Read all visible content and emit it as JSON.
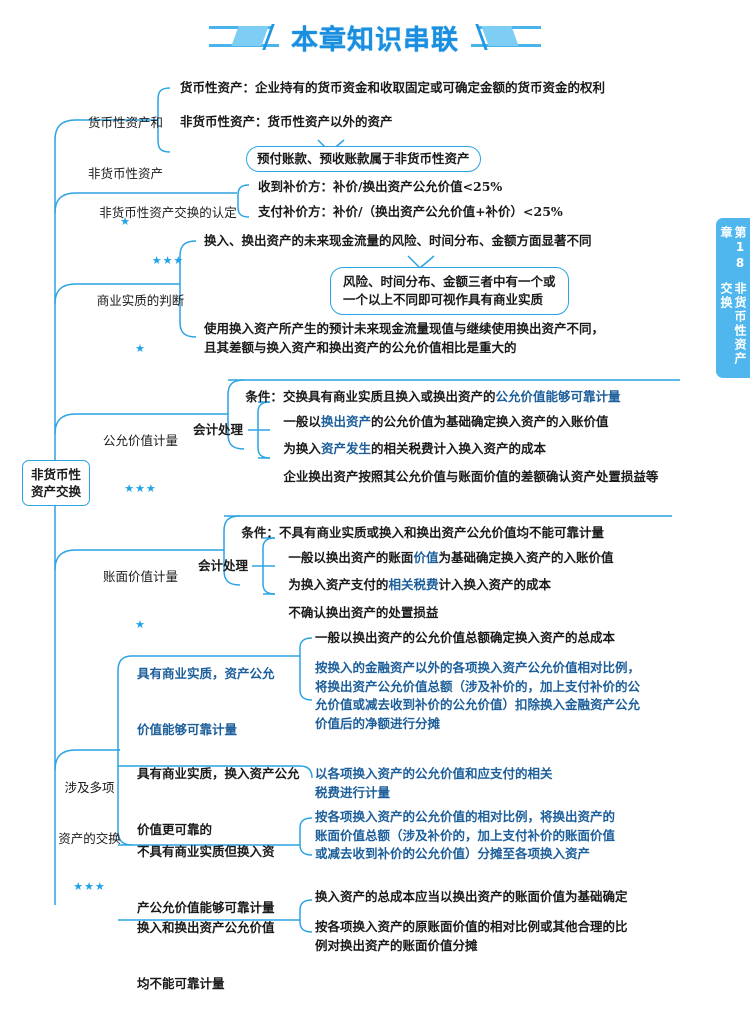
{
  "header": {
    "title": "本章知识串联",
    "left_deco": "ribbon-left",
    "right_deco": "ribbon-right"
  },
  "chapter_tab": {
    "line1": "第18章",
    "line2": "非货币性资产交换"
  },
  "root": {
    "label_line1": "非货币性",
    "label_line2": "资产交换"
  },
  "branches": [
    {
      "id": "monetary-vs-nonmonetary",
      "title_lines": [
        "货币性资产和",
        "非货币性资产"
      ],
      "stars": "★",
      "items": [
        "货币性资产：企业持有的货币资金和收取固定或可确定金额的货币资金的权利",
        "非货币性资产：货币性资产以外的资产"
      ],
      "callout": "预付账款、预收账款属于非货币性资产"
    },
    {
      "id": "recognition",
      "title_lines": [
        "非货币性资产交换的认定"
      ],
      "stars": "★★★",
      "items": [
        "收到补价方：补价/换出资产公允价值<25%",
        "支付补价方：补价/（换出资产公允价值+补价）<25%"
      ]
    },
    {
      "id": "commercial-substance",
      "title_lines": [
        "商业实质的判断"
      ],
      "stars": "★",
      "items": [
        "换入、换出资产的未来现金流量的风险、时间分布、金额方面显著不同",
        "使用换入资产所产生的预计未来现金流量现值与继续使用换出资产不同，\n且其差额与换入资产和换出资产的公允价值相比是重大的"
      ],
      "callout": "风险、时间分布、金额三者中有一个或\n一个以上不同即可视作具有商业实质"
    },
    {
      "id": "fair-value-measurement",
      "title_lines": [
        "公允价值计量"
      ],
      "stars": "★★★",
      "condition_label": "条件：",
      "condition_plain": "交换具有商业实质且换入或换出资产的",
      "condition_accent": "公允价值能够可靠计量",
      "sub_label": "会计处理",
      "items": [
        {
          "plain1": "一般以",
          "accent": "换出资产",
          "plain2": "的公允价值为基础确定换入资产的入账价值"
        },
        {
          "plain1": "为换入",
          "accent": "资产发生",
          "plain2": "的相关税费计入换入资产的成本"
        },
        {
          "plain1": "企业换出资产按照其公允价值与账面价值的差额确认资产处置损益等",
          "accent": "",
          "plain2": ""
        }
      ]
    },
    {
      "id": "book-value-measurement",
      "title_lines": [
        "账面价值计量"
      ],
      "stars": "★",
      "condition_label": "条件：",
      "condition_plain": "不具有商业实质或换入和换出资产公允价值均不能可靠计量",
      "condition_accent": "",
      "sub_label": "会计处理",
      "items": [
        {
          "plain1": "一般以换出资产的账面",
          "accent": "价值",
          "plain2": "为基础确定换入资产的入账价值"
        },
        {
          "plain1": "为换入资产支付的",
          "accent": "相关税费",
          "plain2": "计入换入资产的成本"
        },
        {
          "plain1": "不确认换出资产的处置损益",
          "accent": "",
          "plain2": ""
        }
      ]
    },
    {
      "id": "multiple-assets-exchange",
      "title_lines": [
        "涉及多项",
        "资产的交换"
      ],
      "stars": "★★★",
      "cases": [
        {
          "case_lines": [
            "具有商业实质，资产公允",
            "价值能够可靠计量"
          ],
          "case_accent": true,
          "details": [
            "一般以换出资产的公允价值总额确定换入资产的总成本",
            "按换入的金融资产以外的各项换入资产公允价值相对比例，\n将换出资产公允价值总额（涉及补价的，加上支付补价的公\n允价值或减去收到补价的公允价值）扣除换入金融资产公允\n价值后的净额进行分摊"
          ]
        },
        {
          "case_lines": [
            "具有商业实质，换入资产公允",
            "价值更可靠的"
          ],
          "case_accent": false,
          "details": [
            "以各项换入资产的公允价值和应支付的相关\n税费进行计量"
          ],
          "details_accent": true
        },
        {
          "case_lines": [
            "不具有商业实质但换入资",
            "产公允价值能够可靠计量"
          ],
          "case_accent": false,
          "details": [
            "按各项换入资产的公允价值的相对比例，将换出资产的\n账面价值总额（涉及补价的，加上支付补价的账面价值\n或减去收到补价的公允价值）分摊至各项换入资产"
          ],
          "details_accent": true
        },
        {
          "case_lines": [
            "换入和换出资产公允价值",
            "均不能可靠计量"
          ],
          "case_accent": false,
          "details": [
            "换入资产的总成本应当以换出资产的账面价值为基础确定",
            "按各项换入资产的原账面价值的相对比例或其他合理的比\n例对换出资产的账面价值分摊"
          ]
        }
      ]
    }
  ],
  "colors": {
    "line": "#2aa3e4",
    "title_blue": "#1a8fe0",
    "tab_blue": "#4fb7ed",
    "accent_text": "#1d5f9b",
    "star": "#1ea2e8"
  }
}
